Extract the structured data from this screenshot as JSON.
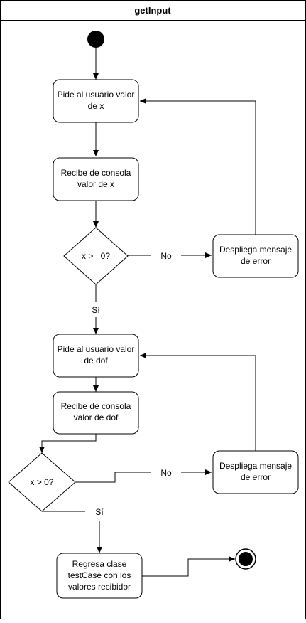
{
  "diagram": {
    "title": "getInput",
    "nodes": {
      "ask_x": {
        "line1": "Pide al usuario valor",
        "line2": "de x"
      },
      "read_x": {
        "line1": "Recibe de consola",
        "line2": "valor de x"
      },
      "check_x": {
        "label": "x >= 0?"
      },
      "error_x": {
        "line1": "Despliega mensaje",
        "line2": "de error"
      },
      "ask_dof": {
        "line1": "Pide al usuario valor",
        "line2": "de dof"
      },
      "read_dof": {
        "line1": "Recibe de consola",
        "line2": "valor de dof"
      },
      "check_dof": {
        "label": "x > 0?"
      },
      "error_dof": {
        "line1": "Despliega mensaje",
        "line2": "de error"
      },
      "return_case": {
        "line1": "Regresa clase",
        "line2": "testCase con los",
        "line3": "valores recibidor"
      }
    },
    "edge_labels": {
      "x_no": "No",
      "x_yes": "Sí",
      "dof_no": "No",
      "dof_yes": "Sí"
    }
  }
}
